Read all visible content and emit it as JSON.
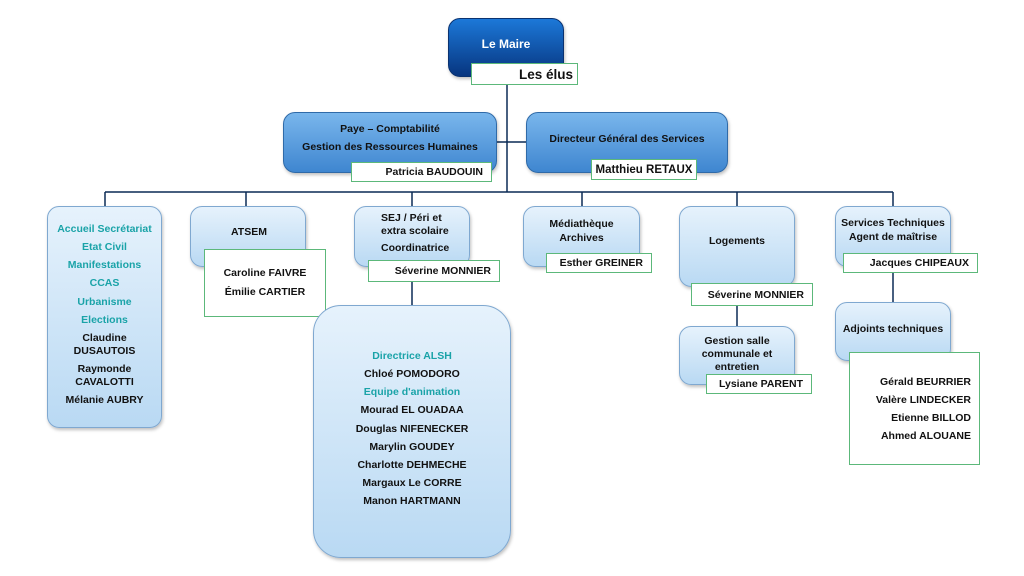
{
  "maire": {
    "title": "Le Maire",
    "sub": "Les élus"
  },
  "paye": {
    "line1": "Paye – Comptabilité",
    "line2": "Gestion des Ressources Humaines",
    "person": "Patricia BAUDOUIN"
  },
  "dgs": {
    "title": "Directeur Général des Services",
    "person": "Matthieu RETAUX"
  },
  "accueil": {
    "services": [
      "Accueil Secrétariat",
      "Etat Civil",
      "Manifestations",
      "CCAS",
      "Urbanisme",
      "Elections"
    ],
    "people": [
      "Claudine",
      "DUSAUTOIS",
      "Raymonde",
      "CAVALOTTI",
      "Mélanie AUBRY"
    ]
  },
  "atsem": {
    "title": "ATSEM",
    "people": [
      "Caroline FAIVRE",
      "Émilie CARTIER"
    ]
  },
  "sej": {
    "line1": "SEJ / Péri et",
    "line2": "extra scolaire",
    "line3": "Coordinatrice",
    "person": "Séverine MONNIER"
  },
  "alsh": {
    "director_label": "Directrice ALSH",
    "director": "Chloé POMODORO",
    "team_label": "Equipe d'animation",
    "team": [
      "Mourad EL OUADAA",
      "Douglas NIFENECKER",
      "Marylin GOUDEY",
      "Charlotte DEHMECHE",
      "Margaux Le CORRE",
      "Manon HARTMANN"
    ]
  },
  "mediatheque": {
    "line1": "Médiathèque",
    "line2": "Archives",
    "person": "Esther GREINER"
  },
  "logements": {
    "title": "Logements",
    "person": "Séverine MONNIER"
  },
  "salle": {
    "line1": "Gestion salle",
    "line2": "communale et",
    "line3": "entretien",
    "person": "Lysiane PARENT"
  },
  "techniques": {
    "line1": "Services Techniques",
    "line2": "Agent de maîtrise",
    "person": "Jacques CHIPEAUX"
  },
  "adjoints": {
    "title": "Adjoints techniques",
    "people": [
      "Gérald BEURRIER",
      "Valère LINDECKER",
      "Etienne BILLOD",
      "Ahmed ALOUANE"
    ]
  }
}
